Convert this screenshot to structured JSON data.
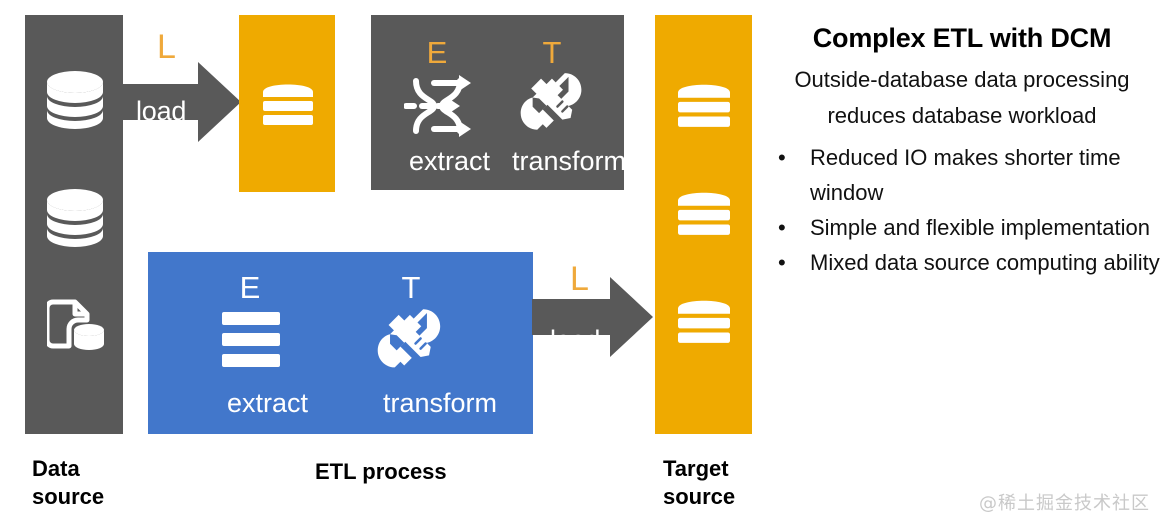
{
  "diagram": {
    "columns": {
      "data_source": {
        "caption": "Data\nsource",
        "caption_line1": "Data",
        "caption_line2": "source",
        "color": "#595959",
        "icons": [
          "database-cylinder-icon",
          "database-cylinder-icon",
          "file-with-database-icon"
        ]
      },
      "etl_process": {
        "caption": "ETL process",
        "color": "#4277CB"
      },
      "target_source": {
        "caption_line1": "Target",
        "caption_line2": "source",
        "color": "#EFAA00",
        "icons": [
          "layered-database-icon",
          "layered-database-icon",
          "layered-database-icon"
        ]
      }
    },
    "staging_box": {
      "name": "staging-database",
      "color": "#EFAA00",
      "icon": "layered-database-icon"
    },
    "gray_et_box": {
      "color": "#595959",
      "items": [
        {
          "letter": "E",
          "letter_color": "#EFA93B",
          "icon": "shuffle-arrows-icon",
          "caption": "extract"
        },
        {
          "letter": "T",
          "letter_color": "#EFA93B",
          "icon": "wrench-screwdriver-icon",
          "caption": "transform"
        }
      ]
    },
    "blue_et_box": {
      "color": "#4277CB",
      "items": [
        {
          "letter": "E",
          "letter_color": "#ffffff",
          "icon": "stacked-bars-icon",
          "caption": "extract"
        },
        {
          "letter": "T",
          "letter_color": "#ffffff",
          "icon": "wrench-screwdriver-icon",
          "caption": "transform"
        }
      ]
    },
    "arrows": [
      {
        "name": "load-arrow-top",
        "label": "load",
        "letter": "L",
        "letter_color": "#EFA93B",
        "color": "#595959"
      },
      {
        "name": "load-arrow-bottom",
        "label": "load",
        "letter": "L",
        "letter_color": "#EFA93B",
        "color": "#595959"
      }
    ]
  },
  "panel": {
    "title": "Complex ETL with DCM",
    "subtitle": "Outside-database data processing reduces database workload",
    "bullet_char": "•",
    "bullets": [
      "Reduced IO makes shorter time window",
      "Simple and flexible implementation",
      "Mixed data source computing ability"
    ]
  },
  "watermark": {
    "text": "@稀土掘金技术社区"
  }
}
